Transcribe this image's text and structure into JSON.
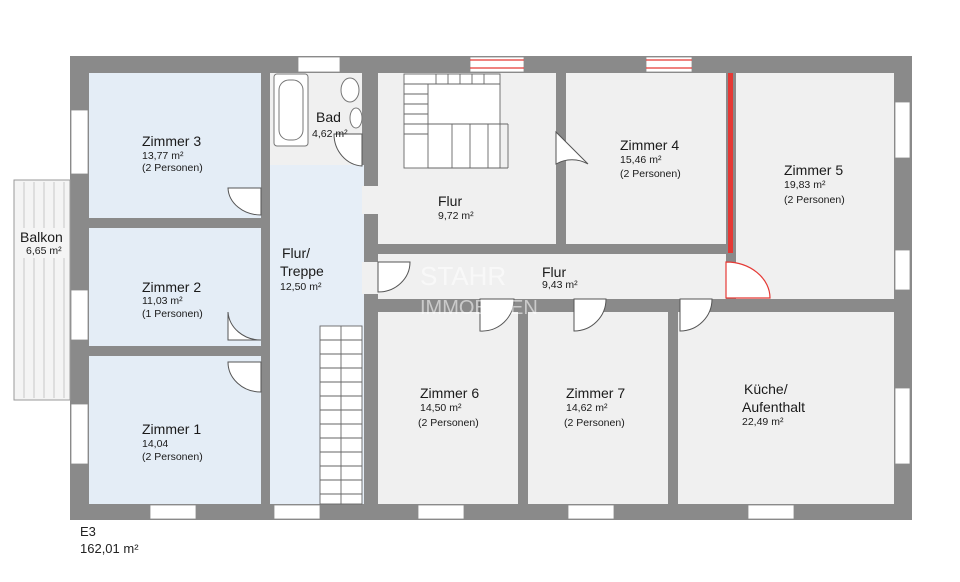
{
  "plan": {
    "floor_label": "E3",
    "total_area": "162,01 m²",
    "watermark": [
      "STAHR",
      "IMMOBILIEN"
    ],
    "colors": {
      "wall": "#8a8a8a",
      "room_blue": "#e4edf6",
      "room_gray": "#f0f0f0",
      "hall_blue": "#e6eef7",
      "accent_red": "#e53935"
    },
    "rooms": {
      "zimmer3": {
        "name": "Zimmer 3",
        "area": "13,77 m²",
        "occupancy": "(2 Personen)"
      },
      "zimmer2": {
        "name": "Zimmer 2",
        "area": "11,03 m²",
        "occupancy": "(1 Personen)"
      },
      "zimmer1": {
        "name": "Zimmer 1",
        "area": "14,04",
        "occupancy": "(2 Personen)"
      },
      "bad": {
        "name": "Bad",
        "area": "4,62 m²"
      },
      "flur_treppe": {
        "name_line1": "Flur/",
        "name_line2": "Treppe",
        "area": "12,50 m²"
      },
      "flur_top": {
        "name": "Flur",
        "area": "9,72 m²"
      },
      "zimmer4": {
        "name": "Zimmer 4",
        "area": "15,46 m²",
        "occupancy": "(2 Personen)"
      },
      "zimmer5": {
        "name": "Zimmer 5",
        "area": "19,83 m²",
        "occupancy": "(2 Personen)"
      },
      "flur_mid": {
        "name": "Flur",
        "area": "9,43 m²"
      },
      "zimmer6": {
        "name": "Zimmer 6",
        "area": "14,50 m²",
        "occupancy": "(2 Personen)"
      },
      "zimmer7": {
        "name": "Zimmer 7",
        "area": "14,62 m²",
        "occupancy": "(2 Personen)"
      },
      "kueche": {
        "name_line1": "Küche/",
        "name_line2": "Aufenthalt",
        "area": "22,49 m²"
      },
      "balkon": {
        "name": "Balkon",
        "area": "6,65 m²"
      }
    }
  }
}
